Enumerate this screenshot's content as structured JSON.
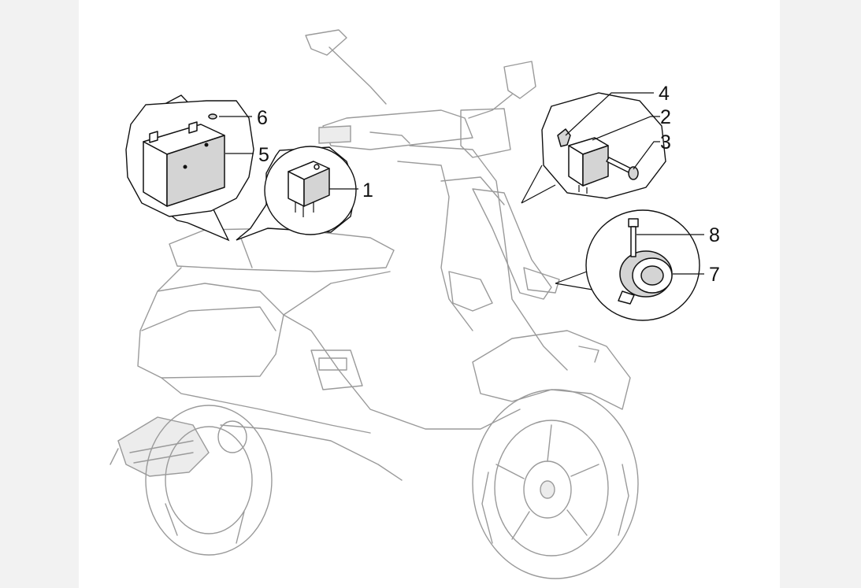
{
  "diagram": {
    "subject": "scooter",
    "callouts": [
      {
        "id": "1",
        "label": "1"
      },
      {
        "id": "2",
        "label": "2"
      },
      {
        "id": "3",
        "label": "3"
      },
      {
        "id": "4",
        "label": "4"
      },
      {
        "id": "5",
        "label": "5"
      },
      {
        "id": "6",
        "label": "6"
      },
      {
        "id": "7",
        "label": "7"
      },
      {
        "id": "8",
        "label": "8"
      }
    ]
  }
}
